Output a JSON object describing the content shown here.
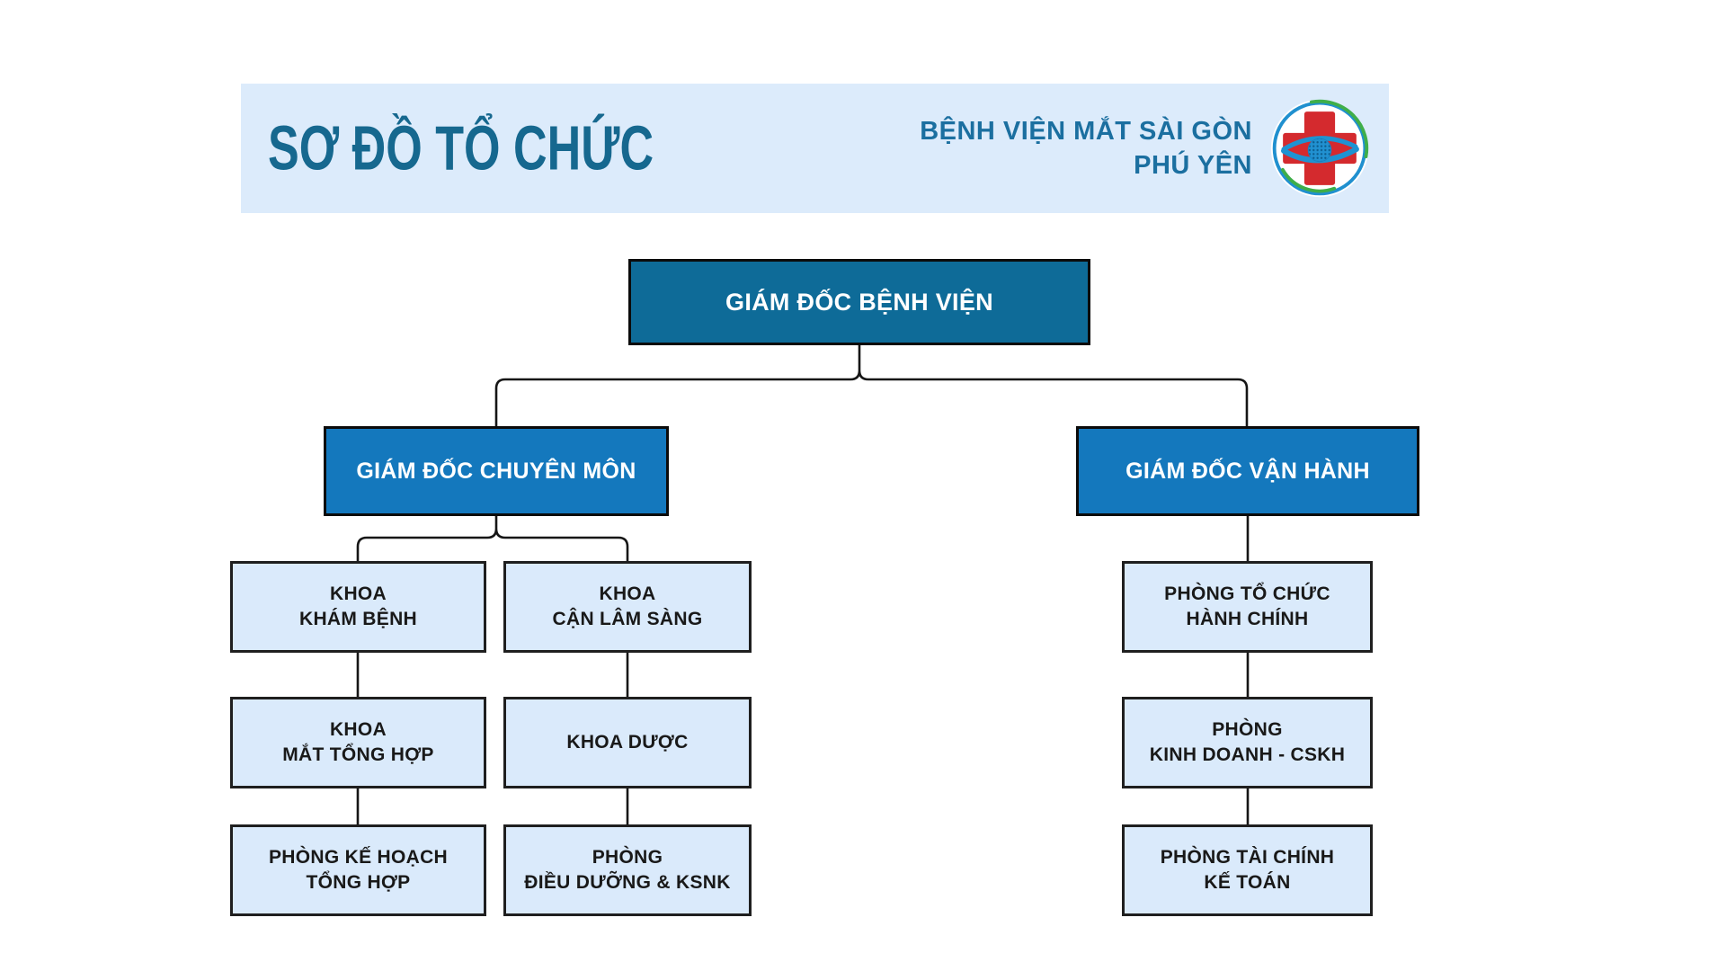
{
  "header": {
    "title": "SƠ ĐỒ TỔ CHỨC",
    "hospital_name_line1": "BỆNH VIỆN MẮT SÀI GÒN",
    "hospital_name_line2": "PHÚ YÊN",
    "logo_icon": "eye-cross-hospital-logo"
  },
  "chart": {
    "root": {
      "label": "GIÁM ĐỐC BỆNH VIỆN"
    },
    "executives": [
      {
        "label": "GIÁM ĐỐC CHUYÊN MÔN"
      },
      {
        "label": "GIÁM ĐỐC VẬN HÀNH"
      }
    ],
    "departments": {
      "clinical_col1": [
        "KHOA\nKHÁM BỆNH",
        "KHOA\nMẮT TỔNG HỢP",
        "PHÒNG KẾ HOẠCH\nTỔNG HỢP"
      ],
      "clinical_col2": [
        "KHOA\nCẬN LÂM SÀNG",
        "KHOA DƯỢC",
        "PHÒNG\nĐIỀU DƯỠNG & KSNK"
      ],
      "operations_col": [
        "PHÒNG TỔ CHỨC\nHÀNH CHÍNH",
        "PHÒNG\nKINH DOANH - CSKH",
        "PHÒNG TÀI CHÍNH\nKẾ TOÁN"
      ]
    }
  },
  "colors": {
    "header_band": "#dcebfb",
    "title_text": "#16688f",
    "hospital_name_text": "#1b6fa0",
    "root_box": "#0e6b98",
    "executive_box": "#1478bd",
    "department_box": "#daeafb",
    "box_border": "#0b0b0b",
    "connector": "#161616",
    "logo_red": "#d42a2e",
    "logo_blue": "#2090cf",
    "logo_green": "#3fae49"
  }
}
